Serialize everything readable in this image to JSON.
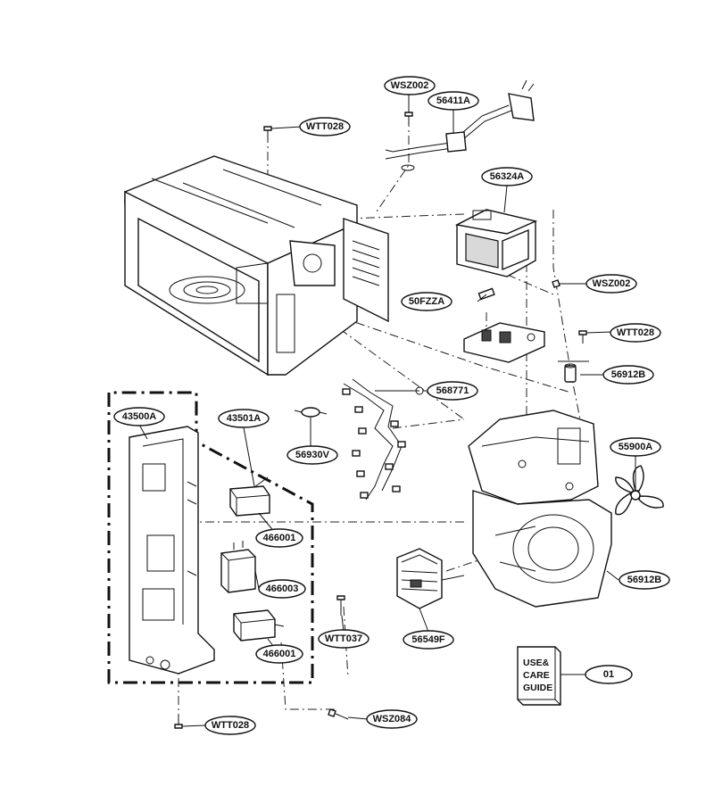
{
  "labels": {
    "wsz002_top": "WSZ002",
    "p56411a": "56411A",
    "wtt028_top": "WTT028",
    "p56324a": "56324A",
    "wsz002_mid": "WSZ002",
    "p50fzza": "50FZZA",
    "wtt028_mid": "WTT028",
    "p56912b_top": "56912B",
    "p568771": "568771",
    "p43500a": "43500A",
    "p43501a": "43501A",
    "p56930v": "56930V",
    "p55900a": "55900A",
    "p466001_a": "466001",
    "p466003": "466003",
    "p56912b_bot": "56912B",
    "p466001_b": "466001",
    "wtt037": "WTT037",
    "p56549f": "56549F",
    "p01": "01",
    "wtt028_bot": "WTT028",
    "wsz084": "WSZ084"
  },
  "guide": {
    "line1": "USE&",
    "line2": "CARE",
    "line3": "GUIDE"
  }
}
